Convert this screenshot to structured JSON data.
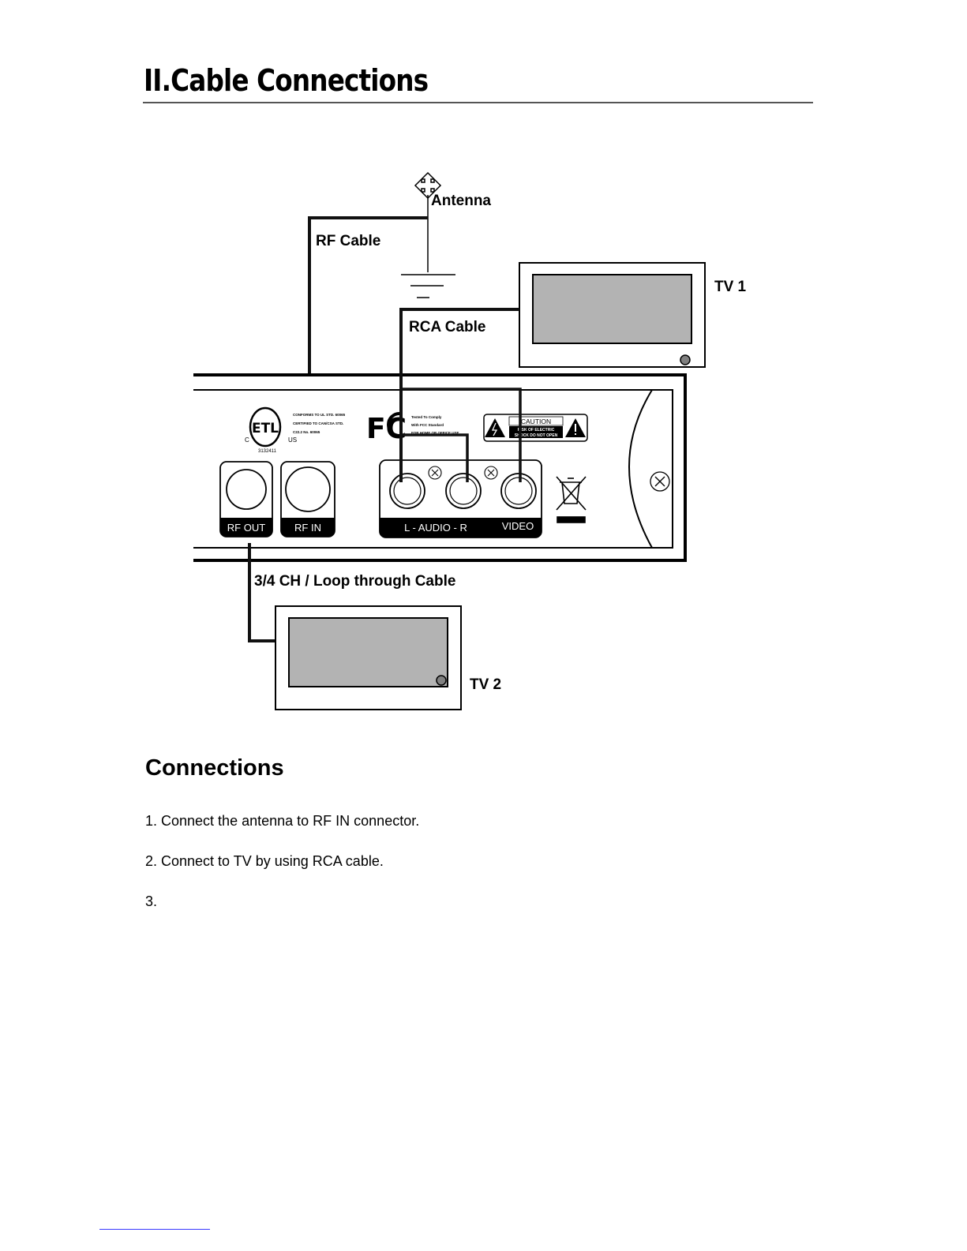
{
  "page": {
    "title": "II.Cable Connections"
  },
  "diagram": {
    "antenna_label": "Antenna",
    "rf_cable_label": "RF Cable",
    "rca_cable_label": "RCA Cable",
    "tv1_label": "TV 1",
    "tv2_label": "TV 2",
    "loop_cable_label": "3/4 CH / Loop through Cable",
    "ports": {
      "rf_out": "RF OUT",
      "rf_in": "RF IN",
      "audio": "L - AUDIO - R",
      "video": "VIDEO"
    },
    "markings": {
      "etl_lines": [
        "CONFORMS TO UL STD. 60065",
        "CERTIFIED TO CAN/CSA STD.",
        "C22.2 No. 60065"
      ],
      "etl_number": "3132411",
      "etl_c": "C",
      "etl_us": "US",
      "fcc_lines": [
        "Tested To Comply",
        "With FCC Standard",
        "FOR HOME OR OFFICE USE"
      ],
      "caution_title": "CAUTION",
      "caution_lines": [
        "RISK OF ELECTRIC",
        "SHOCK DO NOT OPEN"
      ]
    }
  },
  "connections": {
    "heading": "Connections",
    "steps": [
      "1. Connect the antenna to RF IN connector.",
      "2. Connect to TV by using RCA cable.",
      "3."
    ]
  }
}
